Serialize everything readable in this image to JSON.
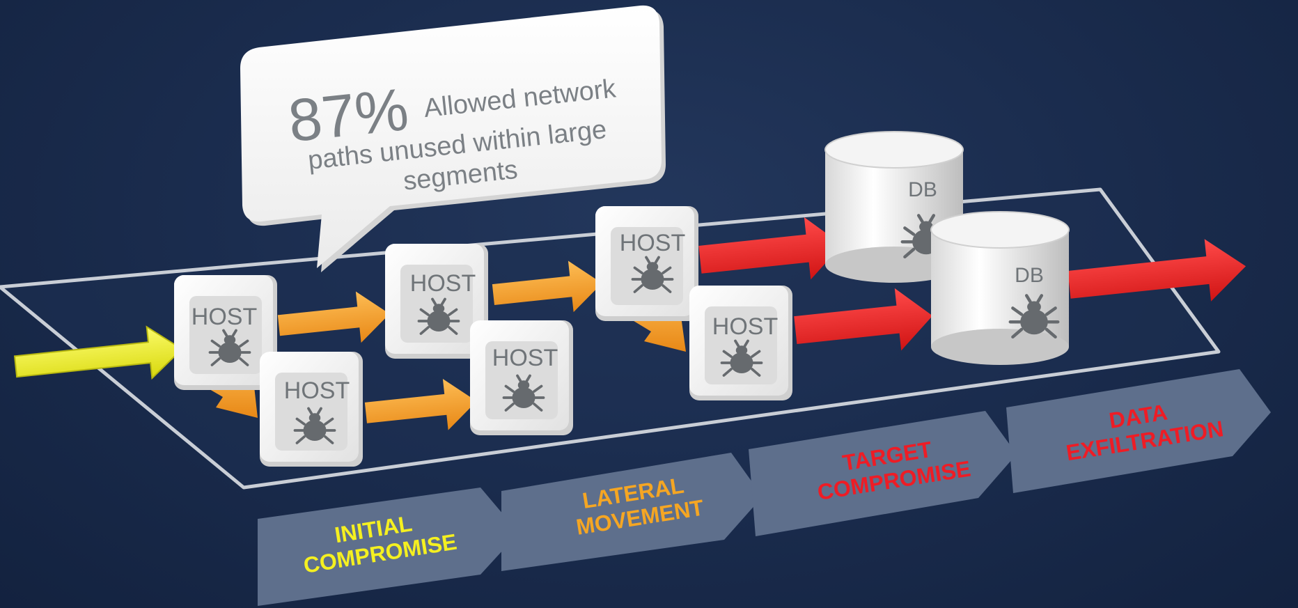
{
  "callout": {
    "stat": "87%",
    "line1": "Allowed network",
    "line2": "paths unused within large",
    "line3": "segments"
  },
  "nodes": {
    "host_label": "HOST",
    "db_label": "DB",
    "icon": "bug-icon"
  },
  "stages": [
    {
      "line1": "INITIAL",
      "line2": "COMPROMISE",
      "color": "#f5f020"
    },
    {
      "line1": "LATERAL",
      "line2": "MOVEMENT",
      "color": "#f5a623"
    },
    {
      "line1": "TARGET",
      "line2": "COMPROMISE",
      "color": "#ee1c25"
    },
    {
      "line1": "DATA",
      "line2": "EXFILTRATION",
      "color": "#ee1c25"
    }
  ],
  "colors": {
    "background": "#1b2d4f",
    "entry_arrow": "#f2f21e",
    "lateral_arrow": "#f7a234",
    "target_arrow": "#ee2a2a",
    "stage_band": "#5e6f8c"
  }
}
